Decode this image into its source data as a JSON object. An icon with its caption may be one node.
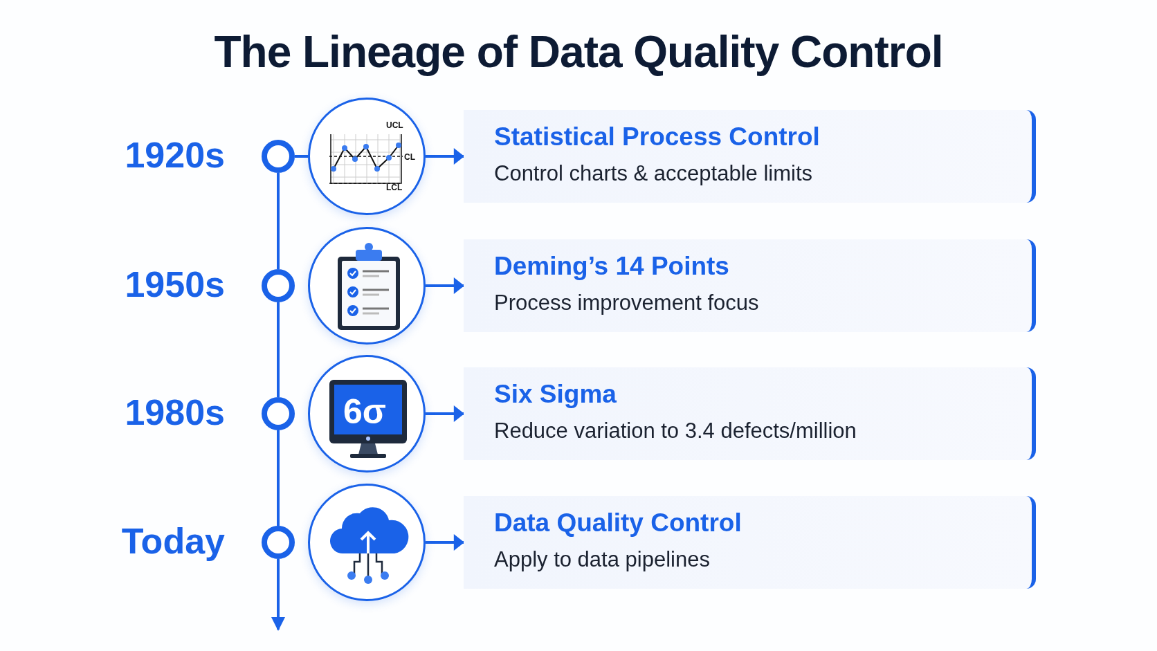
{
  "diagram": {
    "title": "The Lineage of Data Quality Control",
    "nodes": [
      {
        "text": [],
        "shape": "circle",
        "beside": [
          "1920s"
        ]
      },
      {
        "text": [
          "UCL",
          "CL",
          "LCL"
        ]
      },
      {
        "text": [
          "Statistical Process Control",
          "Control charts & acceptable limits"
        ]
      },
      {
        "text": [],
        "shape": "circle",
        "beside": [
          "1950s"
        ]
      },
      {
        "text": [],
        "shape": "circle"
      },
      {
        "text": [
          "Deming’s 14 Points",
          "Process improvement focus"
        ]
      },
      {
        "text": [],
        "shape": "circle",
        "beside": [
          "1980s"
        ]
      },
      {
        "text": [
          "6σ"
        ]
      },
      {
        "text": [
          "Six Sigma",
          "Reduce variation to 3.4 defects/million"
        ]
      },
      {
        "text": [],
        "shape": "circle",
        "beside": [
          "Today"
        ]
      },
      {
        "text": [],
        "shape": "circle"
      },
      {
        "text": [
          "Data Quality Control",
          "Apply to data pipelines"
        ]
      }
    ],
    "edges": [
      {
        "from": 0,
        "to": 1,
        "arrow": "none"
      },
      {
        "from": 1,
        "to": 2,
        "arrow": "to"
      },
      {
        "from": 0,
        "to": 3,
        "arrow": "none"
      },
      {
        "from": 4,
        "to": 5,
        "arrow": "to"
      },
      {
        "from": 3,
        "to": 6,
        "arrow": "none"
      },
      {
        "from": 7,
        "to": 8,
        "arrow": "to"
      },
      {
        "from": 6,
        "to": 9,
        "arrow": "none"
      },
      {
        "from": 10,
        "to": 11,
        "arrow": "to"
      },
      {
        "from": 9,
        "to": null,
        "arrow": "to"
      }
    ]
  }
}
